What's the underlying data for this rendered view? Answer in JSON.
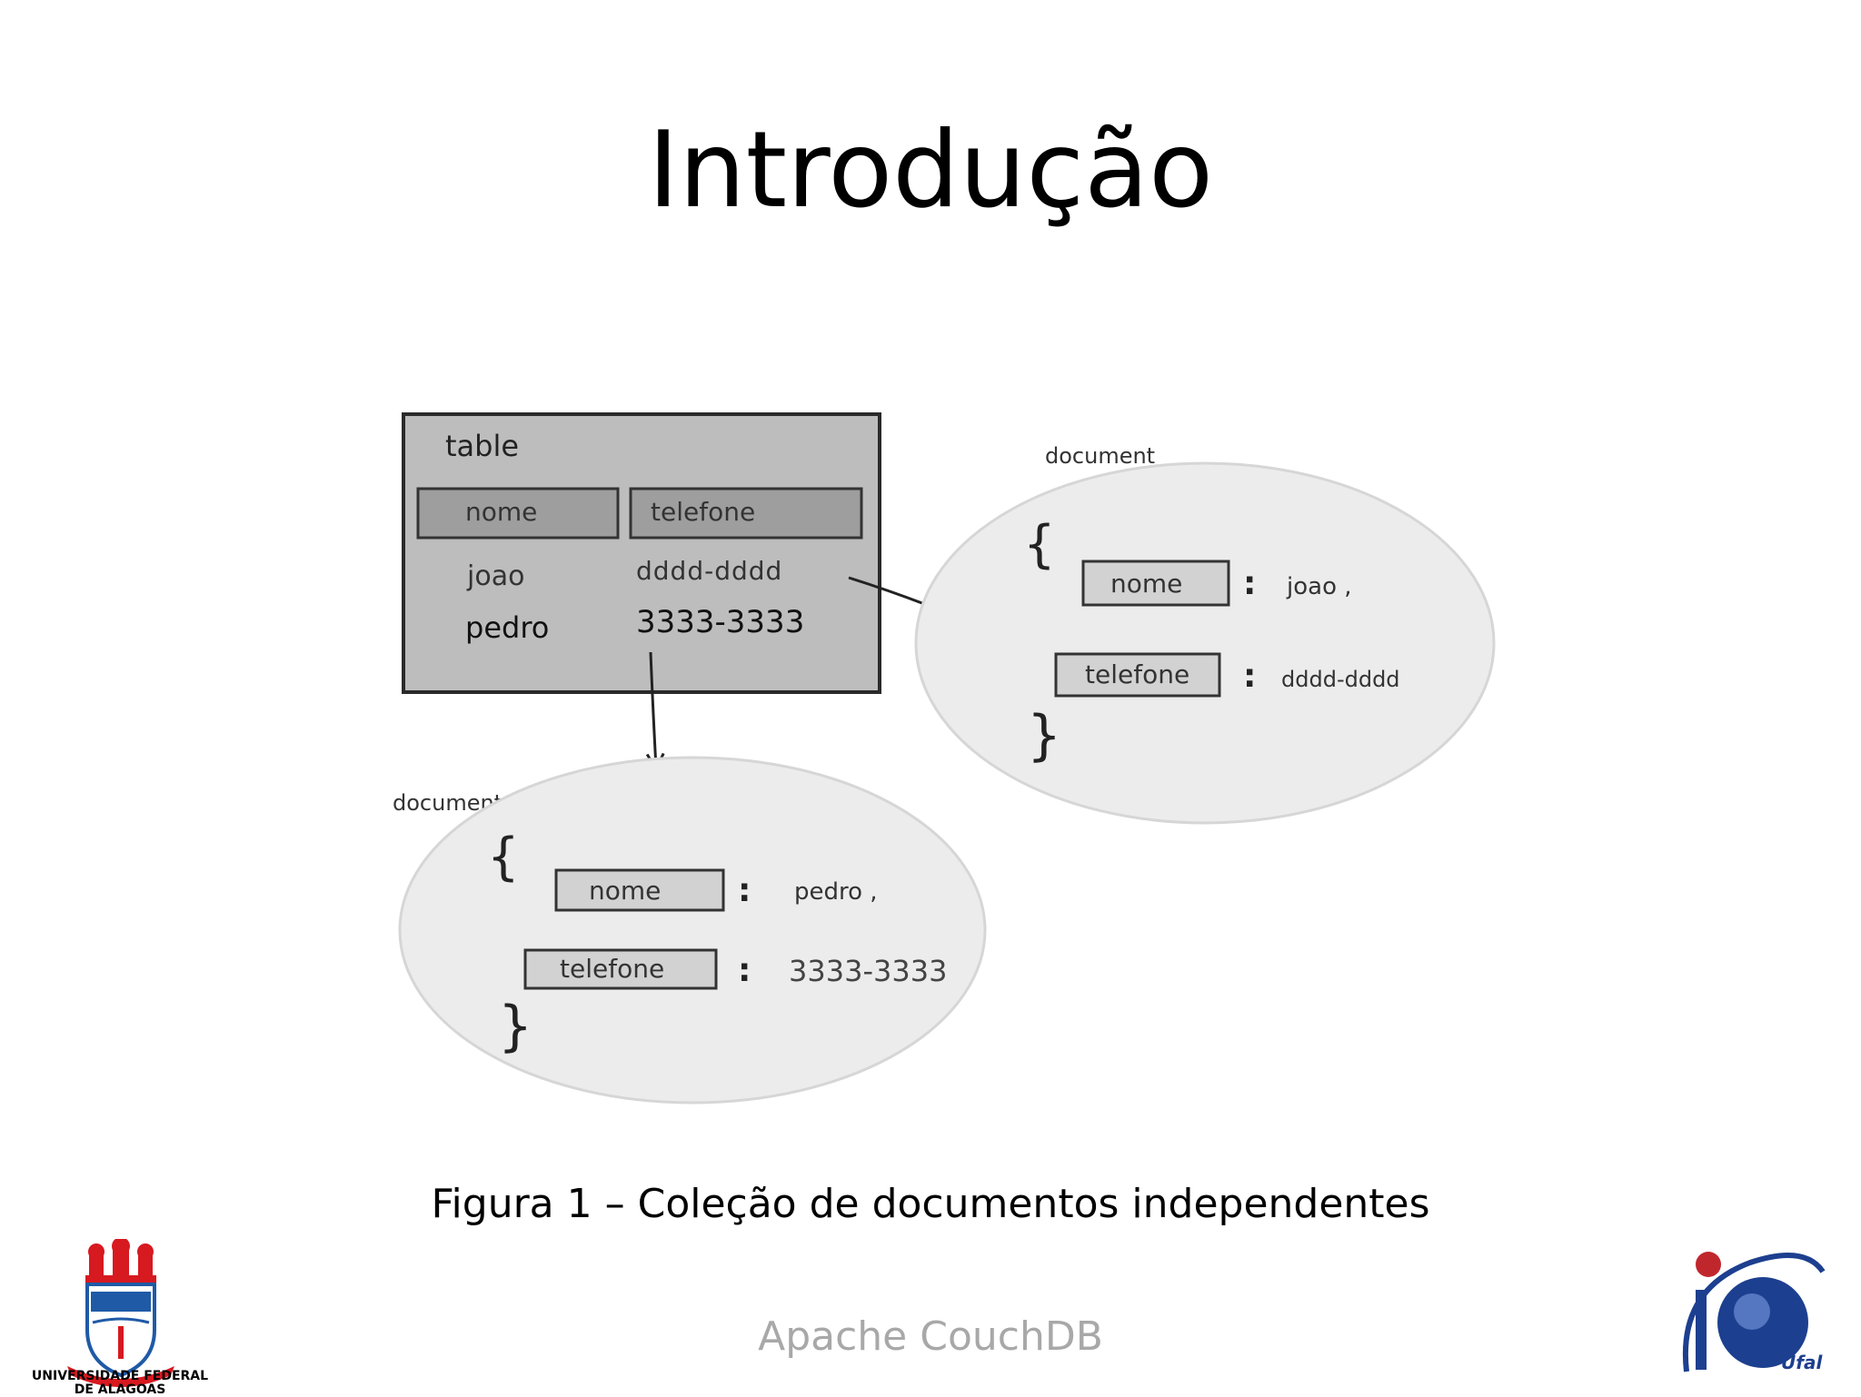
{
  "slide": {
    "title": "Introdução",
    "caption": "Figura 1 – Coleção de documentos independentes",
    "footer": "Apache CouchDB"
  },
  "diagram": {
    "table": {
      "label": "table",
      "headers": [
        "nome",
        "telefone"
      ],
      "rows": [
        {
          "nome": "joao",
          "telefone": "dddd-dddd"
        },
        {
          "nome": "pedro",
          "telefone": "3333-3333"
        }
      ]
    },
    "document_joao": {
      "label": "document",
      "open_brace": "{",
      "close_brace": "}",
      "fields": [
        {
          "key": "nome",
          "sep": ":",
          "value": "joao ,"
        },
        {
          "key": "telefone",
          "sep": ":",
          "value": "dddd-dddd"
        }
      ]
    },
    "document_pedro": {
      "label": "document",
      "open_brace": "{",
      "close_brace": "}",
      "fields": [
        {
          "key": "nome",
          "sep": ":",
          "value": "pedro ,"
        },
        {
          "key": "telefone",
          "sep": ":",
          "value": "3333-3333"
        }
      ]
    }
  },
  "logos": {
    "left": {
      "name": "ufal-coat-of-arms",
      "text_line1": "UNIVERSIDADE FEDERAL",
      "text_line2": "DE ALAGOAS",
      "colors": {
        "red": "#d71920",
        "blue": "#1f5aa6"
      }
    },
    "right": {
      "name": "ic-ufal-logo",
      "text": "Ufal",
      "colors": {
        "blue": "#1d3f8f",
        "red": "#c0272d"
      }
    }
  }
}
